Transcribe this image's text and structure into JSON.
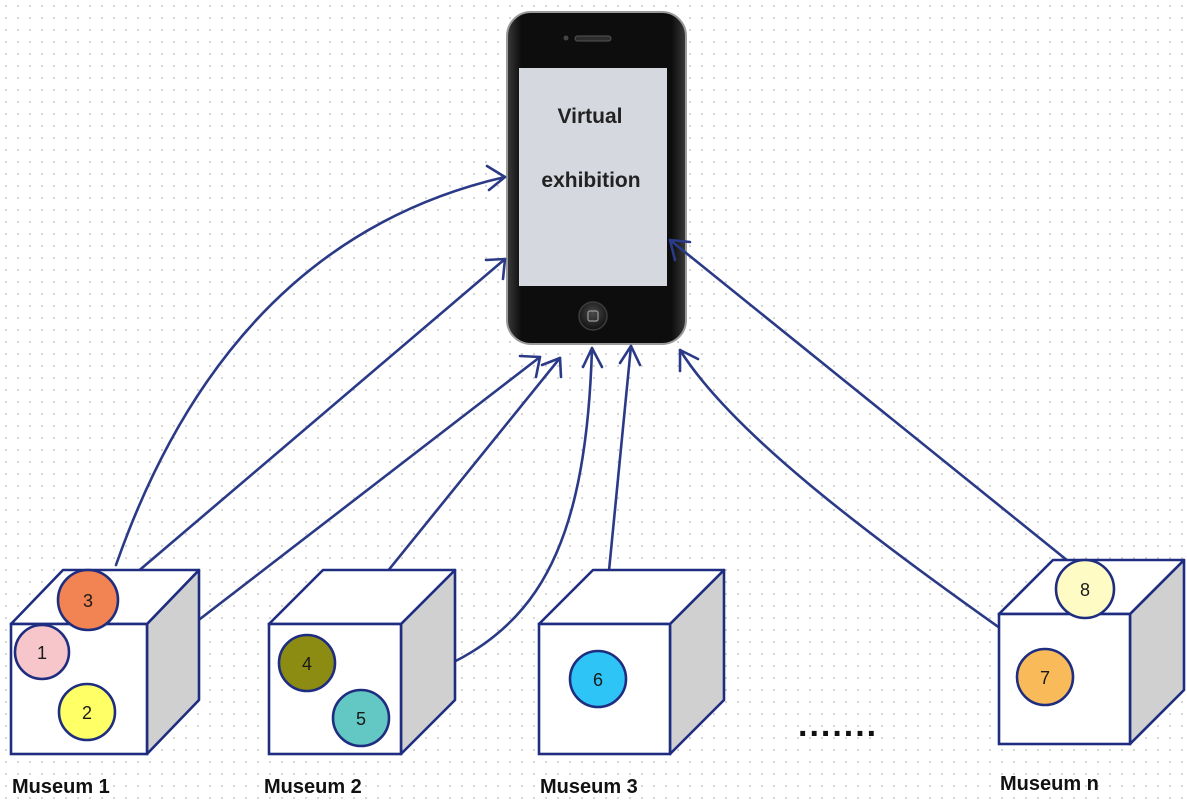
{
  "phone": {
    "screen_line1": "Virtual",
    "screen_line2": "exhibition"
  },
  "museums": [
    {
      "label": "Museum 1"
    },
    {
      "label": "Museum 2"
    },
    {
      "label": "Museum 3"
    },
    {
      "label": "Museum n"
    }
  ],
  "ellipsis": ".......",
  "items": [
    {
      "number": "1",
      "color": "#f7c6cb"
    },
    {
      "number": "2",
      "color": "#ffff66"
    },
    {
      "number": "3",
      "color": "#f28352"
    },
    {
      "number": "4",
      "color": "#8c8c12"
    },
    {
      "number": "5",
      "color": "#63c7c3"
    },
    {
      "number": "6",
      "color": "#2ec4f5"
    },
    {
      "number": "7",
      "color": "#f9bb5a"
    },
    {
      "number": "8",
      "color": "#fefcc4"
    }
  ],
  "colors": {
    "arrow": "#2b3a87",
    "outline": "#1f2d80",
    "cube_side": "#d0d0d0",
    "screen": "#d5d8de"
  }
}
